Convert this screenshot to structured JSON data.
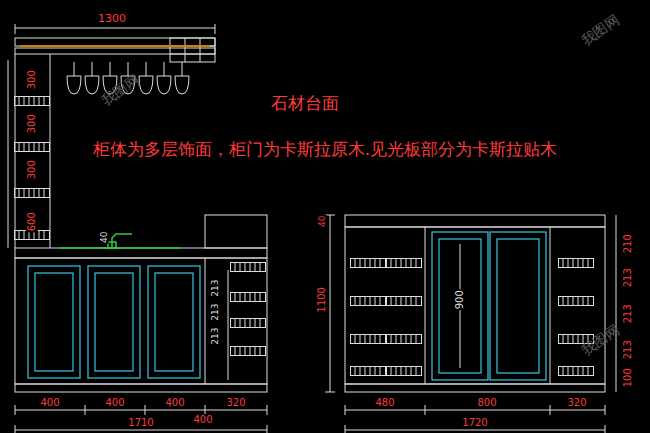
{
  "diagram": {
    "labels": [
      "1300",
      "石材台面",
      "柜体为多层饰面，柜门为卡斯拉原木.见光板部分为卡斯拉贴木",
      "300",
      "300",
      "300",
      "600",
      "40",
      "213",
      "213",
      "213",
      "400",
      "400",
      "400",
      "400",
      "320",
      "1710",
      "40",
      "1100",
      "900",
      "480",
      "800",
      "320",
      "1720",
      "210",
      "213",
      "213",
      "213",
      "100",
      "我图网",
      "我图网",
      "我图网"
    ]
  }
}
